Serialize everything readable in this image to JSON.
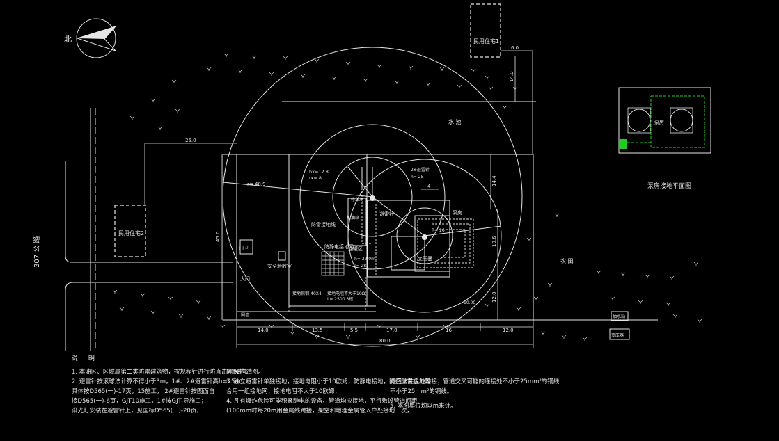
{
  "labels": {
    "north": "北",
    "road_307": "307 公 路",
    "residence_1": "民用住宅1",
    "residence_2": "民用住宅2",
    "pond": "水 池",
    "gate": "大门",
    "guard": "门卫",
    "safety_room": "安全验收室",
    "pump_room": "泵房",
    "oil_tank_area": "油罐区",
    "fence": "围墙",
    "lightning_rod": "避雷针",
    "down_conductor": "防雷接地线",
    "grounding_net": "防静电接地网",
    "field": "农 田",
    "pumping_station": "抽水站",
    "transformer": "变压器",
    "parking": "停车场",
    "station_area": "加油站",
    "radius_main": "r= 40.9",
    "rx_1": "hx=12.8",
    "rx_2": "rx= 8",
    "rod_height": "h= 32.0m",
    "rod_radius": "r= 28",
    "rod2_label": "2#避雷针",
    "rod2_height": "h= 25",
    "rod2_radius": "R= 26",
    "detail_title": "泵房接地平面图",
    "detail_pump": "泵房",
    "grounding_label_1": "接地扁钢-40X4",
    "grounding_label_2": "接地电阻不大于10Ω",
    "grounding_label_3": "L= 2500  3根",
    "elev": "10.00"
  },
  "dimensions": {
    "d_6_0": "6.0",
    "d_14_0_top": "14.0",
    "d_25_0": "25.0",
    "d_45_0": "45.0",
    "d_14_4": "14.4",
    "d_19_6": "19.6",
    "d_12_0_right": "12.0",
    "d_4": "4",
    "d_bottom_14_0": "14.0",
    "d_bottom_13_5": "13.5",
    "d_bottom_5_5": "5.5",
    "d_bottom_17_0": "17.0",
    "d_bottom_16": "16",
    "d_bottom_12_0": "12.0",
    "d_total_80_0": "80.0"
  },
  "notes": {
    "title": "说 明",
    "n1": "1. 本油区、区域属第二类防雷建筑物，按规程针进行防直击雷保护；",
    "n2a": "2. 避雷针按滚球法计算不得小于3m，1#、2#避雷针高h=25m，",
    "n2b": "   具体按D565(一)-17页，15施工，    2#避雷针按图面自",
    "n2c": "   接D565(一)-6页，GJT10施工，1#按GJT-导施工；",
    "n2d": "   设光灯安装在避雷针上，见国标D565(一)-20页，",
    "n3a": "MT-2构造图。",
    "n3b": "3. 独立避雷针单独接地，接地电阻小于10欧姆，防静电接地，防感应雷接地等",
    "n3c": "   合用一组接地网，接地电阻不大于10欧姆；",
    "n4a": "4. 凡有爆炸危险可能积聚静电的设备、管道均应接地，平行敷设管道间距",
    "n4b": "   (100mm时每20m用金属线跨接，架空和地埋金属管入户处接地一次，",
    "n4c": "   阀门法兰盘处跨接，铁丝两端的连接应可靠；",
    "n4d": "   不小于25mm²的铜线。",
    "n5": "5. 本图单位均以m来计。",
    "n6": "阀门法兰盘处跨接；管道交叉可能的连接处不小于25mm²的铜线"
  }
}
